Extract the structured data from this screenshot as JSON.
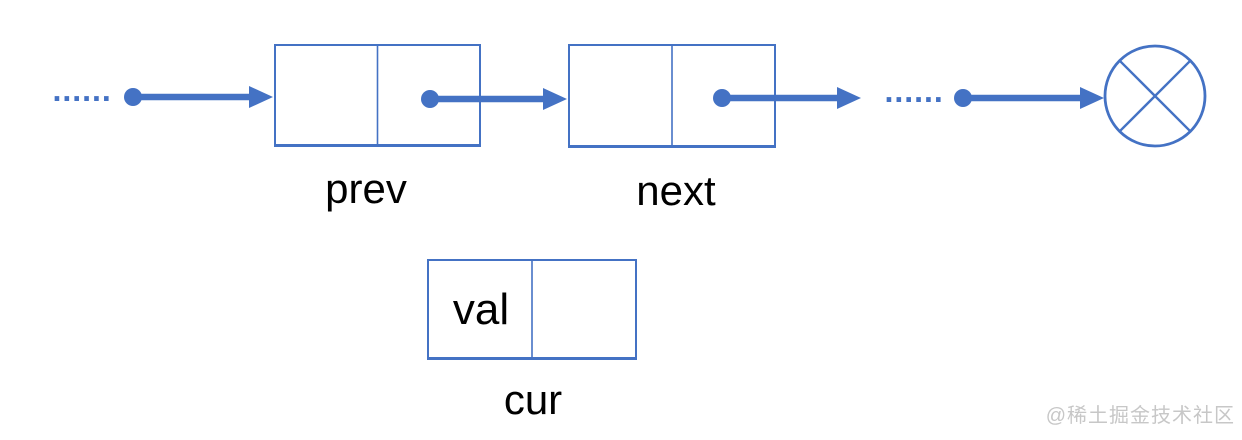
{
  "diagram": {
    "kind": "doubly-linked-list-traversal",
    "accent_color": "#4472C4",
    "label_color": "#000000",
    "watermark_color": "#C7C7C7",
    "ellipsis_left": "......",
    "ellipsis_right": "......",
    "nodes": [
      {
        "id": "prev",
        "label": "prev",
        "cells": [
          "",
          ""
        ]
      },
      {
        "id": "next",
        "label": "next",
        "cells": [
          "",
          ""
        ]
      },
      {
        "id": "cur",
        "label": "cur",
        "cells": [
          "val",
          ""
        ]
      }
    ],
    "null_marker": "crossed-circle",
    "watermark": "@稀土掘金技术社区"
  }
}
